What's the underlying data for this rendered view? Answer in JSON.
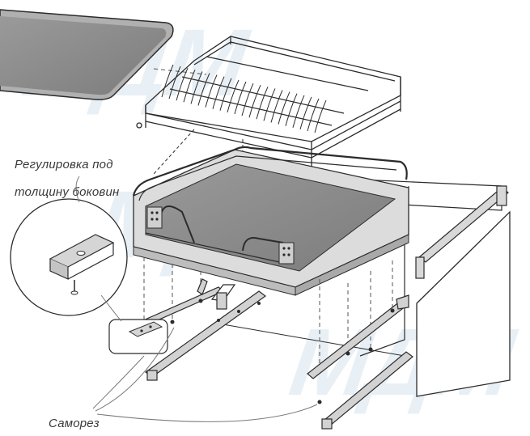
{
  "labels": {
    "adjust_line1": "Регулировка под",
    "adjust_line2": "толщину боковин",
    "screw": "Саморез"
  },
  "watermark": {
    "text": "МДМ"
  },
  "colors": {
    "line": "#2b2b2b",
    "panel_fill": "#8c8c8c",
    "tray_fill": "#8a8a8a",
    "rail_fill": "#cfcfcf",
    "callout": "#7a7a7a"
  }
}
